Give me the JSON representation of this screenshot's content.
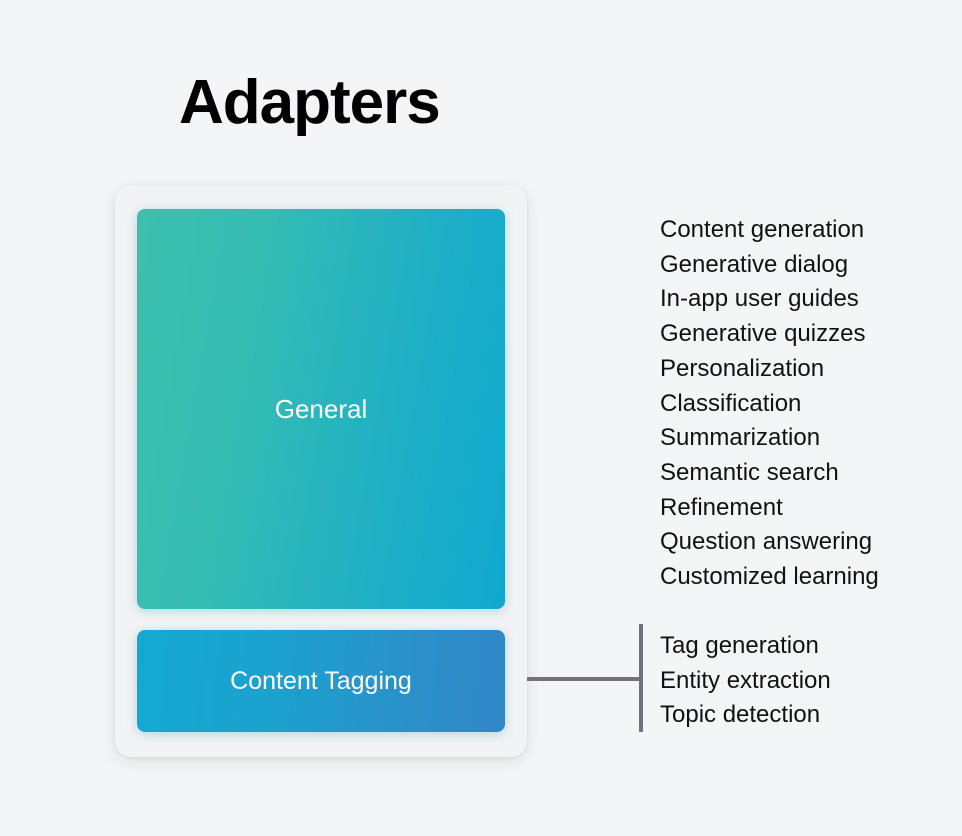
{
  "title": "Adapters",
  "card": {
    "label": "adapter-card",
    "boxes": [
      {
        "id": "general",
        "label": "General",
        "gradient_from": "#3dbfad",
        "gradient_to": "#10a8d0"
      },
      {
        "id": "content-tagging",
        "label": "Content Tagging",
        "gradient_from": "#13a9d2",
        "gradient_to": "#3186c7"
      }
    ]
  },
  "capabilities": {
    "general": [
      "Content generation",
      "Generative dialog",
      "In-app user guides",
      "Generative quizzes",
      "Personalization",
      "Classification",
      "Summarization",
      "Semantic search",
      "Refinement",
      "Question answering",
      "Customized learning"
    ],
    "content_tagging": [
      "Tag generation",
      "Entity extraction",
      "Topic detection"
    ]
  },
  "colors": {
    "background": "#f4f5f7",
    "card_fill": "#f1f3f4",
    "connector": "#70747a",
    "title_text": "#000000",
    "list_text": "#101214",
    "box_text": "#ffffff"
  }
}
